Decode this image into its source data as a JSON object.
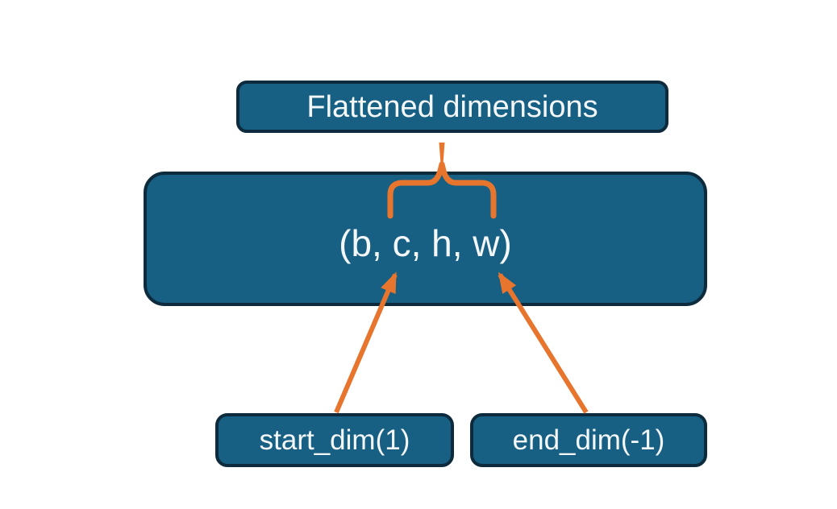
{
  "diagram": {
    "top_box": {
      "label": "Flattened dimensions"
    },
    "main_box": {
      "label": "(b, c, h, w)"
    },
    "bottom_boxes": [
      {
        "label": "start_dim(1)"
      },
      {
        "label": "end_dim(-1)"
      }
    ],
    "connectors": {
      "brace": "groups dimensions c, h, w inside (b, c, h, w)",
      "arrows": [
        "start_dim(1) points to c",
        "end_dim(-1) points to w"
      ]
    },
    "colors": {
      "node_fill": "#176083",
      "node_border": "#0d2b3c",
      "connector_orange": "#e8752e",
      "text": "#f4f7f8",
      "background": "#ffffff"
    }
  }
}
